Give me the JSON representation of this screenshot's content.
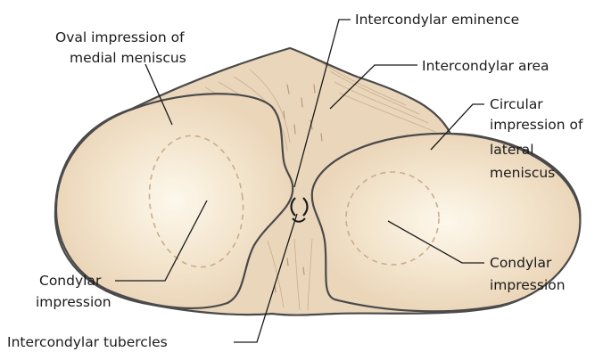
{
  "labels": {
    "intercondylar_eminence": "Intercondylar eminence",
    "oval_impression_line1": "Oval impression of",
    "oval_impression_line2": "medial meniscus",
    "intercondylar_area": "Intercondylar area",
    "circular_impression_line1": "Circular",
    "circular_impression_line2": "impression of",
    "circular_impression_line3": "lateral",
    "circular_impression_line4": "meniscus",
    "condylar_impression_left_line1": "Condylar",
    "condylar_impression_left_line2": "impression",
    "condylar_impression_right_line1": "Condylar",
    "condylar_impression_right_line2": "impression",
    "intercondylar_tubercles": "Intercondylar tubercles"
  },
  "colors": {
    "bone_fill": "#ecd9bf",
    "condyle_center": "#fdf7ea",
    "outline": "#4a4a4a",
    "label_text": "#1a1a1a"
  }
}
